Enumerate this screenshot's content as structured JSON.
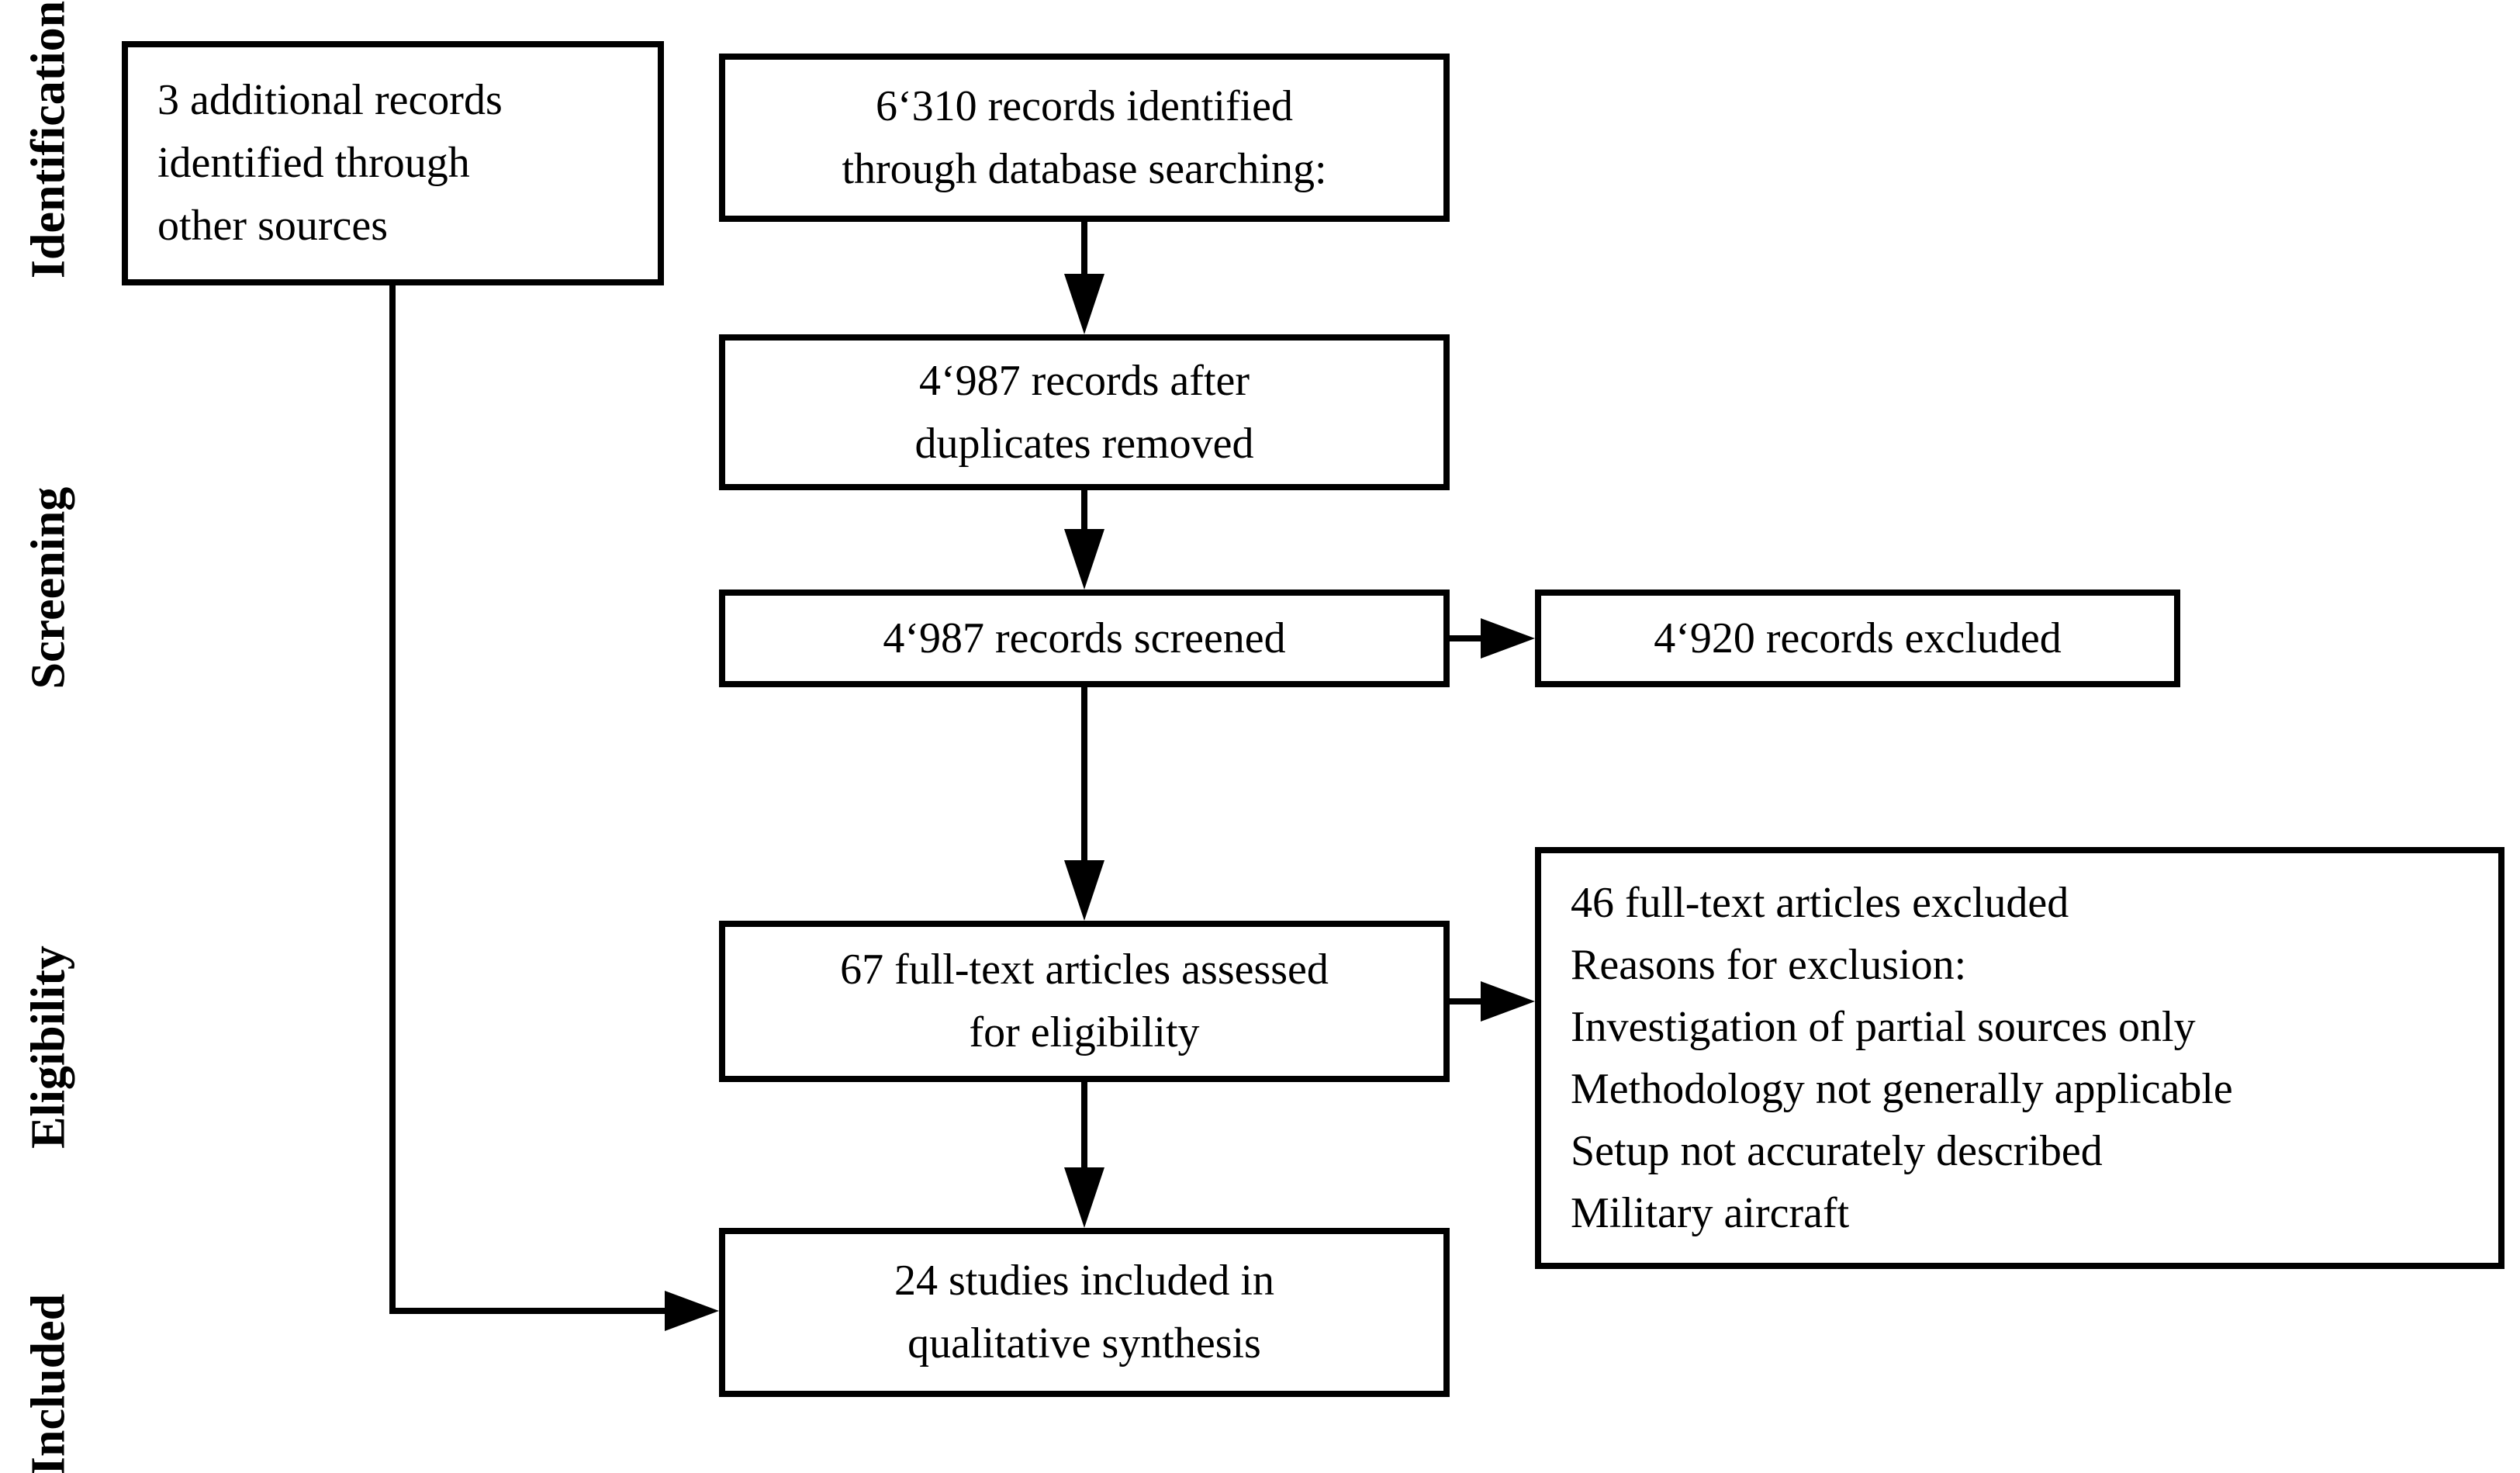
{
  "diagram": {
    "stage_labels": {
      "identification": "Identification",
      "screening": "Screening",
      "eligibility": "Eligibility",
      "included": "Included"
    },
    "boxes": {
      "additional_records": {
        "lines": [
          "3 additional records",
          "identified through",
          "other sources"
        ]
      },
      "records_identified": {
        "lines": [
          "6‘310 records identified",
          "through database searching:"
        ]
      },
      "after_duplicates": {
        "lines": [
          "4‘987 records after",
          "duplicates removed"
        ]
      },
      "records_screened": {
        "lines": [
          "4‘987 records screened"
        ]
      },
      "records_excluded": {
        "lines": [
          "4‘920 records excluded"
        ]
      },
      "fulltext_assessed": {
        "lines": [
          "67 full-text articles assessed",
          "for eligibility"
        ]
      },
      "fulltext_excluded": {
        "lines": [
          "46 full-text articles excluded",
          "Reasons for exclusion:",
          "Investigation of partial sources only",
          "Methodology not generally applicable",
          "Setup not accurately described",
          "Military aircraft"
        ]
      },
      "studies_included": {
        "lines": [
          "24 studies included in",
          "qualitative synthesis"
        ]
      }
    },
    "colors": {
      "ink": "#000000",
      "background": "#ffffff"
    }
  }
}
